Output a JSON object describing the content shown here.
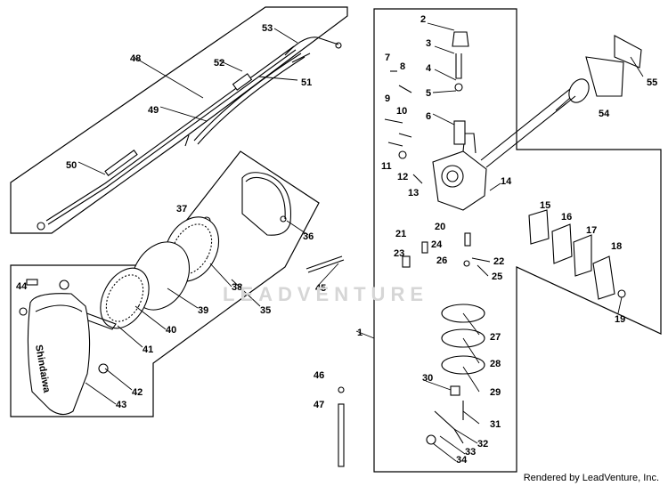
{
  "watermark": "LEADVENTURE",
  "footer": "Rendered by LeadVenture, Inc.",
  "part_numbers": [
    "1",
    "2",
    "3",
    "4",
    "5",
    "6",
    "7",
    "8",
    "9",
    "10",
    "11",
    "12",
    "13",
    "14",
    "15",
    "16",
    "17",
    "18",
    "19",
    "20",
    "21",
    "22",
    "23",
    "24",
    "25",
    "26",
    "27",
    "28",
    "29",
    "30",
    "31",
    "32",
    "33",
    "34",
    "35",
    "36",
    "37",
    "38",
    "39",
    "40",
    "41",
    "42",
    "43",
    "44",
    "45",
    "46",
    "47",
    "48",
    "49",
    "50",
    "51",
    "52",
    "53",
    "54",
    "55"
  ],
  "cover_brand": "Shindaiwa"
}
